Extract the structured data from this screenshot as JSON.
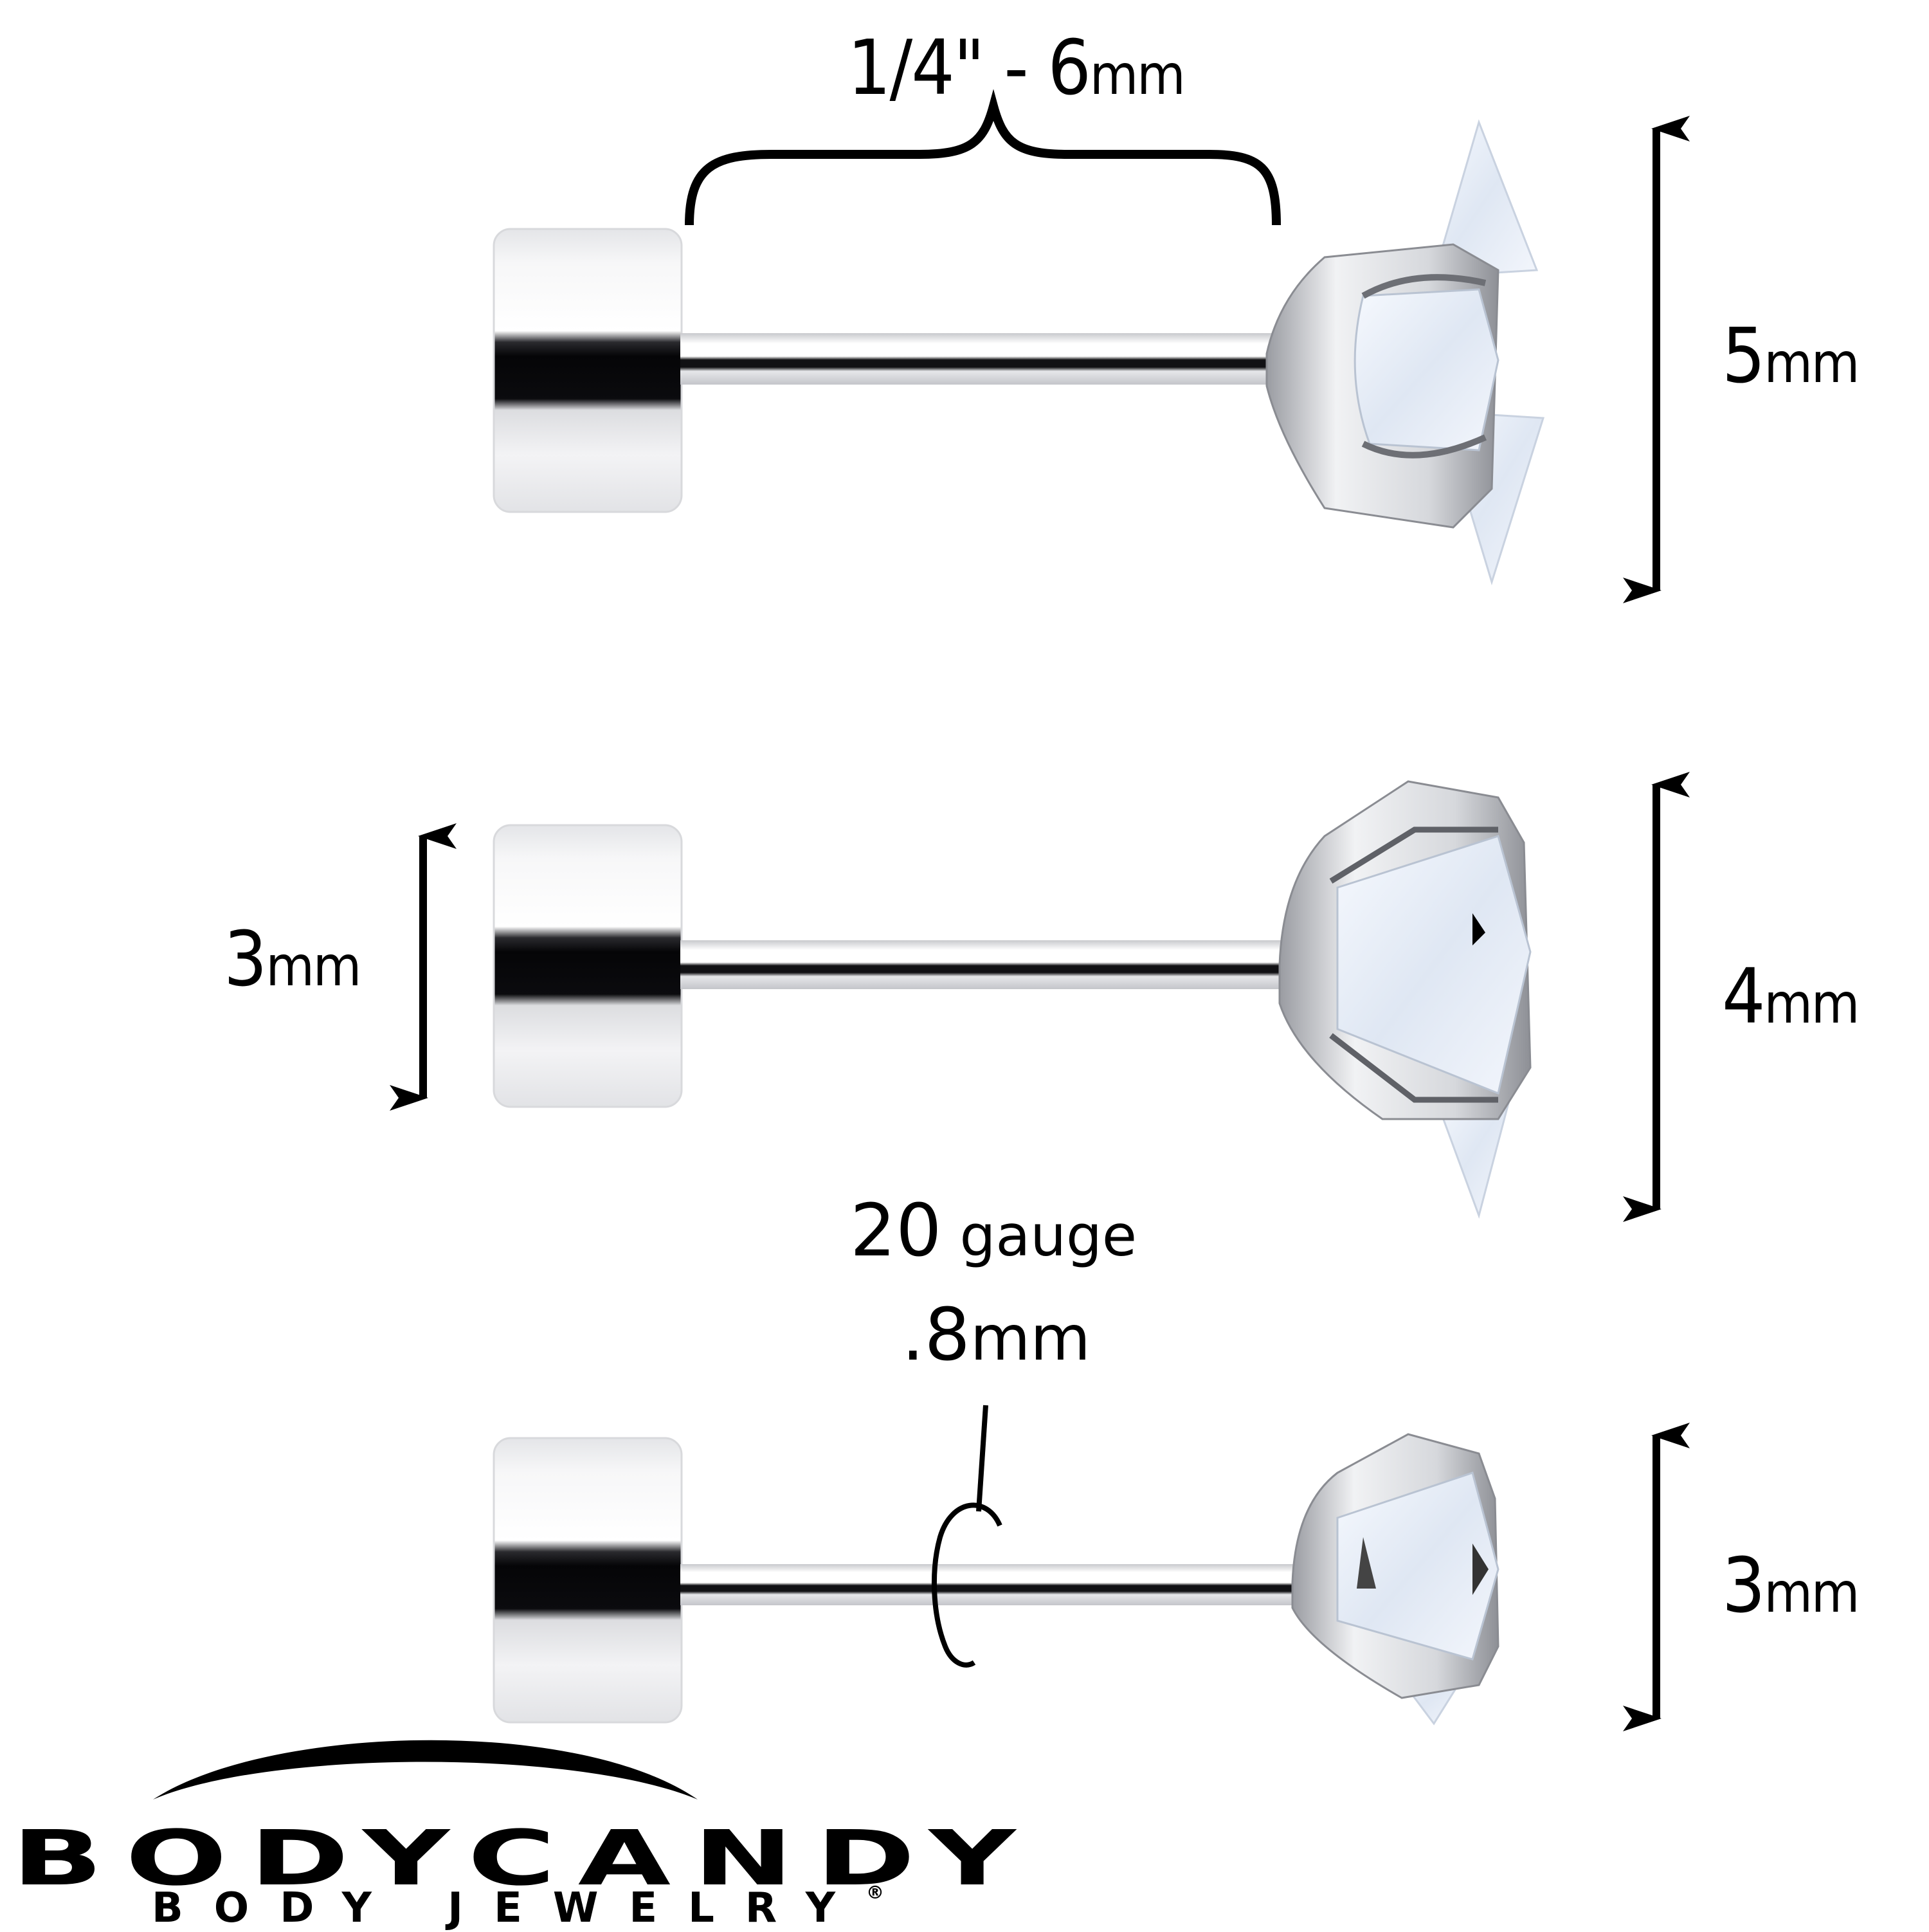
{
  "product": {
    "title": "Cartilage stud sizing diagram",
    "studs": [
      {
        "position": "top",
        "gem_size_label": "5mm",
        "bar_length_label": "1/4\" - 6mm"
      },
      {
        "position": "middle",
        "gem_size_label": "4mm",
        "disc_size_label": "3mm"
      },
      {
        "position": "bottom",
        "gem_size_label": "3mm",
        "gauge_label": "20 gauge",
        "gauge_mm_label": ".8mm"
      }
    ]
  },
  "labels": {
    "bar_length": {
      "num": "1/4\" - 6",
      "unit": "mm"
    },
    "top_gem": {
      "num": "5",
      "unit": "mm"
    },
    "middle_disc": {
      "num": "3",
      "unit": "mm"
    },
    "middle_gem": {
      "num": "4",
      "unit": "mm"
    },
    "bottom_gem": {
      "num": "3",
      "unit": "mm"
    },
    "gauge": {
      "num": "20",
      "unit": " gauge"
    },
    "gauge_mm": {
      "num": ".8",
      "unit": "mm"
    }
  },
  "brand": {
    "name": "BODYCANDY",
    "tagline": "BODY JEWELRY",
    "registered_mark": "®"
  },
  "colors": {
    "ink": "#000000",
    "background": "#ffffff",
    "metal_light": "#f2f2f4",
    "metal_mid": "#c9cbd0",
    "metal_dark": "#0d0d10",
    "gem": "#e8eef8"
  }
}
